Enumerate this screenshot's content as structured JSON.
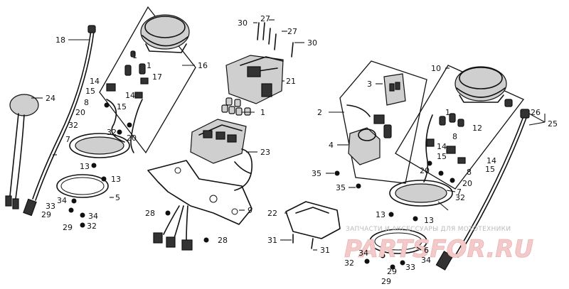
{
  "callouts": {
    "c18": "18",
    "c16": "16",
    "c30a": "30",
    "c27a": "27",
    "c27b": "27",
    "c30b": "30",
    "c21": "21",
    "c1a": "1",
    "c1b": "1",
    "c17": "17",
    "c14a": "14",
    "c15a": "15",
    "c14b": "14",
    "c8a": "8",
    "c15b": "15",
    "c24": "24",
    "c20a": "20",
    "c32a": "32",
    "c32b": "32",
    "c20b": "20",
    "c7a": "7",
    "c13a": "13",
    "c13b": "13",
    "c5": "5",
    "c34a": "34",
    "c33a": "33",
    "c29a": "29",
    "c34b": "34",
    "c29b": "29",
    "c32c": "32",
    "c23": "23",
    "c28a": "28",
    "c9": "9",
    "c28b": "28",
    "c1c": "1",
    "c3": "3",
    "c2": "2",
    "c10": "10",
    "c4": "4",
    "c35a": "35",
    "c35b": "35",
    "c22": "22",
    "c31a": "31",
    "c31b": "31",
    "c1d": "1",
    "c12": "12",
    "c26": "26",
    "c25": "25",
    "c8b": "8",
    "c14c": "14",
    "c15c": "15",
    "c14d": "14",
    "c15d": "15",
    "c20c": "20",
    "c8c": "8",
    "c20d": "20",
    "c7b": "7",
    "c32d": "32",
    "c13c": "13",
    "c13d": "13",
    "c6": "6",
    "c34c": "34",
    "c33b": "33",
    "c34d": "34",
    "c32e": "32",
    "c29c": "29",
    "c29d": "29"
  },
  "watermark": {
    "caption": "ЗАПЧАСТИ И АКСЕССУАРЫ ДЛЯ МОТОТЕХНИКИ",
    "logo": "PARTSFOR.RU"
  }
}
